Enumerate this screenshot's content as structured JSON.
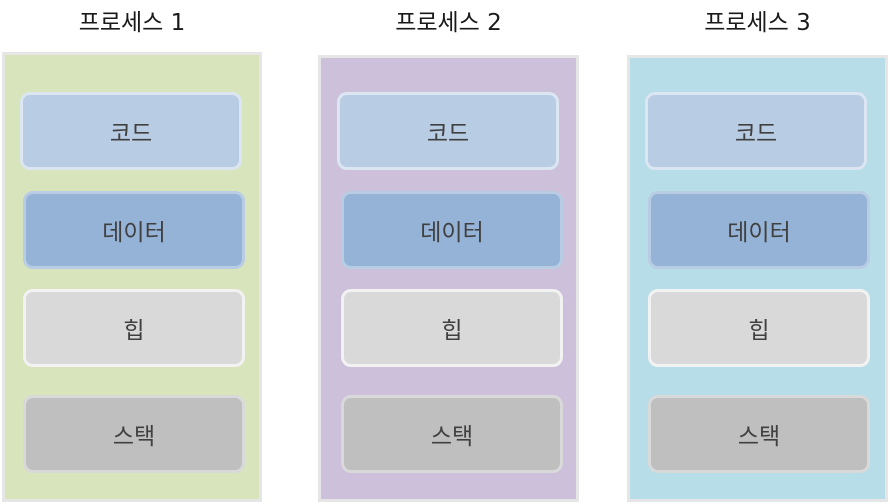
{
  "processes": [
    {
      "title": "프로세스 1",
      "color": "#d8e4bc",
      "segments": {
        "code": "코드",
        "data": "데이터",
        "heap": "힙",
        "stack": "스택"
      }
    },
    {
      "title": "프로세스 2",
      "color": "#ccc0da",
      "segments": {
        "code": "코드",
        "data": "데이터",
        "heap": "힙",
        "stack": "스택"
      }
    },
    {
      "title": "프로세스 3",
      "color": "#b7dde8",
      "segments": {
        "code": "코드",
        "data": "데이터",
        "heap": "힙",
        "stack": "스택"
      }
    }
  ]
}
